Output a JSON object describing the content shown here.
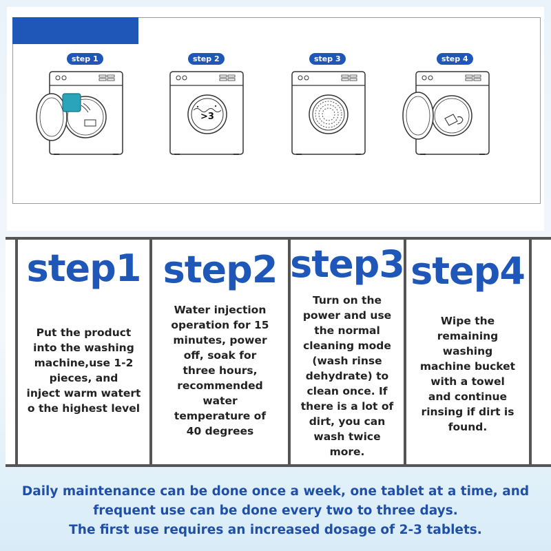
{
  "illustration": {
    "pills": [
      "step 1",
      "step 2",
      "step 3",
      "step 4"
    ],
    "step2_drum_text": ">3",
    "icons": [
      "washing-machine-open-door-tablet",
      "washing-machine-soak-timer",
      "washing-machine-drum-spinning",
      "washing-machine-towel-wipe"
    ]
  },
  "steps": [
    {
      "title": "step1",
      "lines": [
        "Put the product",
        "into the washing",
        "machine,use 1-2",
        "pieces, and",
        "inject warm watert",
        "o the highest level"
      ]
    },
    {
      "title": "step2",
      "lines": [
        "Water injection",
        "operation for 15",
        "minutes, power",
        "off, soak for",
        "three hours,",
        "recommended",
        "water",
        "temperature of",
        "40 degrees"
      ]
    },
    {
      "title": "step3",
      "lines": [
        "Turn on the",
        "power and use",
        "the normal",
        "cleaning mode",
        "(wash rinse",
        "dehydrate) to",
        "clean once. If",
        "there is a lot of",
        "dirt, you can",
        "wash twice",
        "more."
      ]
    },
    {
      "title": "step4",
      "lines": [
        "Wipe the",
        "remaining",
        "washing",
        "machine bucket",
        "with a towel",
        "and continue",
        "rinsing if dirt is",
        "found."
      ]
    }
  ],
  "footer": {
    "lines": [
      "Daily maintenance can be done once a week, one tablet at a time, and",
      "frequent use can be done every two to three days.",
      "The first use requires an increased dosage of 2-3 tablets."
    ]
  },
  "colors": {
    "accent": "#1f57b9",
    "tablet": "#2aa4b8",
    "footer_text": "#1f4fa6"
  }
}
